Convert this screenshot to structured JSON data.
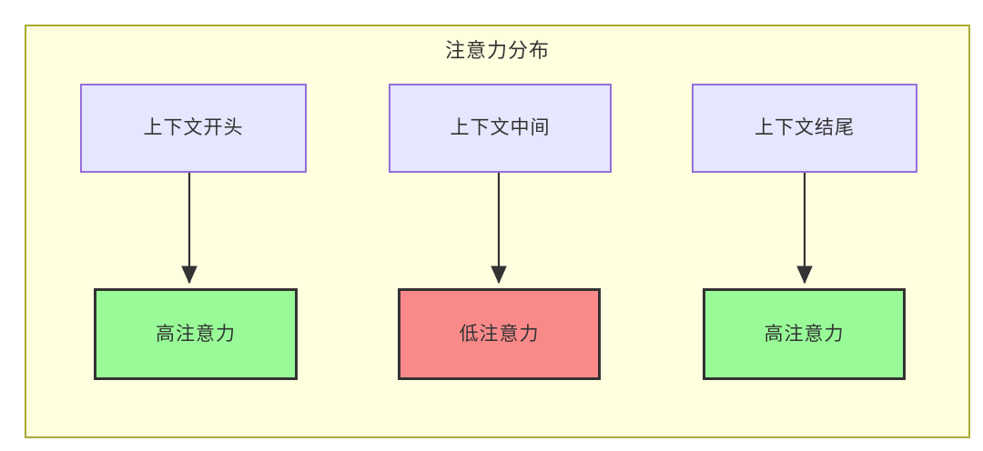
{
  "diagram": {
    "title": "注意力分布",
    "background_color": "#ffffff",
    "container": {
      "name": "attention-distribution-subgraph",
      "fill_color": "#ffffe0",
      "border_color": "#aaaa33"
    },
    "top_nodes": [
      {
        "id": "context-start",
        "label": "上下文开头",
        "fill_color": "#e6e6fe",
        "border_color": "#9370db"
      },
      {
        "id": "context-middle",
        "label": "上下文中间",
        "fill_color": "#e6e6fe",
        "border_color": "#9370db"
      },
      {
        "id": "context-end",
        "label": "上下文结尾",
        "fill_color": "#e6e6fe",
        "border_color": "#9370db"
      }
    ],
    "bottom_nodes": [
      {
        "id": "high-attention-start",
        "label": "高注意力",
        "fill_color": "#98fb98",
        "border_color": "#333333"
      },
      {
        "id": "low-attention-middle",
        "label": "低注意力",
        "fill_color": "#fa8a8a",
        "border_color": "#333333"
      },
      {
        "id": "high-attention-end",
        "label": "高注意力",
        "fill_color": "#98fb98",
        "border_color": "#333333"
      }
    ],
    "edges": [
      {
        "id": "edge-start",
        "from": "context-start",
        "to": "high-attention-start",
        "color": "#333333"
      },
      {
        "id": "edge-middle",
        "from": "context-middle",
        "to": "low-attention-middle",
        "color": "#333333"
      },
      {
        "id": "edge-end",
        "from": "context-end",
        "to": "high-attention-end",
        "color": "#333333"
      }
    ]
  }
}
